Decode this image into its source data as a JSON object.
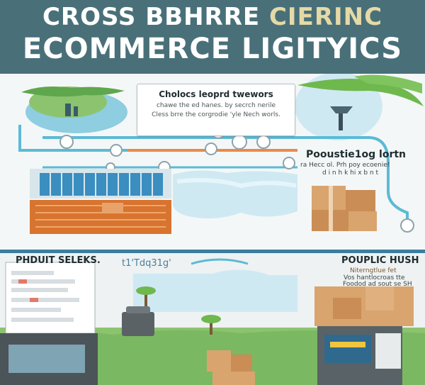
{
  "header": {
    "title_line1_a": "CROSS BBHRRE",
    "title_line1_b": "CIERINC",
    "title_line2": "ECOMMERCE LIGITYICS"
  },
  "callout": {
    "heading": "Cholocs leoprd twewors",
    "sub1": "chawe the ed hanes. by secrch nerile",
    "sub2": "Cless brre the corgrodie 'yle Nech worls."
  },
  "labels": {
    "produ_heading": "Pooustie1og lortn",
    "produ_sub1": "ra Hecc ol. Prh poy ecoenie!",
    "produ_sub2": "d i n h k hi x b n t",
    "product_selekts": "PHDUIT SELEKS.",
    "mid_label": "t1'Tdq31g'",
    "publ_heading": "POUPLIC HUSH",
    "publ_sub1": "Niterngtlue fet",
    "publ_sub2": "Vos hantlocroas tte",
    "publ_sub3": "Foodod ad sout se SH"
  },
  "colors": {
    "banner": "#497079",
    "title_text": "#ffffff",
    "title_highlight": "#e5d9a6",
    "water": "#cfe9f3",
    "grass": "#8cc36f",
    "box": "#d9a46e",
    "route": "#5bbad6"
  },
  "icons": [
    "globe-icon",
    "clock-icon",
    "ship-icon",
    "container-icon",
    "box-icon",
    "truck-icon",
    "monitor-icon",
    "server-icon",
    "satellite-dish-icon",
    "palm-tree-icon"
  ]
}
